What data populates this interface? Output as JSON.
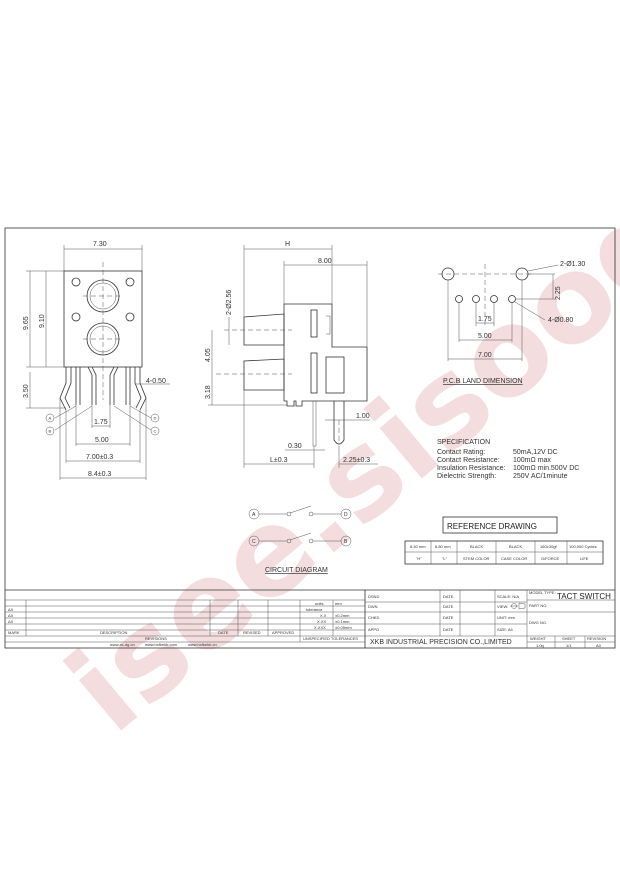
{
  "watermark": {
    "text": "isee.sisoog.com",
    "color": "#e8b4b8"
  },
  "front_view": {
    "dim_width": "7.30",
    "dim_height_total": "9.65",
    "dim_height_body": "9.10",
    "dim_pin_length": "3.50",
    "dim_pin_width": "4-0.50",
    "dim_pitch_inner": "1.75",
    "dim_pitch": "5.00",
    "dim_span": "7.00±0.3",
    "dim_outer": "8.4±0.3",
    "pin_labels": [
      "A",
      "B",
      "D",
      "C"
    ]
  },
  "side_view": {
    "dim_H": "H",
    "dim_body": "8.00",
    "dim_stem_dia": "2-Ø2.56",
    "dim_stem_pitch": "4.05",
    "dim_stem_offset": "3.18",
    "dim_pin_thick": "1.00",
    "dim_pin_width": "0.30",
    "dim_L": "L±0.3",
    "dim_pin_offset": "2.25±0.3"
  },
  "pcb_land": {
    "big_holes": "2-Ø1.30",
    "small_holes": "4-Ø0.80",
    "dim_row": "2.25",
    "dim_inner": "1.75",
    "dim_pitch": "5.00",
    "dim_span": "7.00",
    "title": "P.C.B LAND DIMENSION"
  },
  "specification": {
    "title": "SPECIFICATION",
    "rows": [
      {
        "label": "Contact  Rating:",
        "value": "50mA,12V DC"
      },
      {
        "label": "Contact  Resistance:",
        "value": "100mΩ max"
      },
      {
        "label": "Insulation Resistance:",
        "value": "100mΩ min.500V DC"
      },
      {
        "label": "Dielectric  Strength:",
        "value": "250V AC/1minute"
      }
    ]
  },
  "reference_drawing": {
    "title": "REFERENCE DRAWING",
    "values": [
      "8.40 mm",
      "8.80 mm",
      "BLACK",
      "BLACK",
      "160±30gf",
      "100,000 Cycles"
    ],
    "headers": [
      "\"H\"",
      "\"L\"",
      "STEM COLOR",
      "CASE COLOR",
      "O/FORCE",
      "LIFE"
    ]
  },
  "circuit": {
    "title": "CIRCUIT DIAGRAM",
    "nodes": [
      "A",
      "D",
      "C",
      "B"
    ]
  },
  "title_block": {
    "revision_marks": [
      "ΔX",
      "ΔX",
      "ΔX"
    ],
    "columns": [
      "MARK",
      "DESCRIPTION",
      "DATE",
      "REVISED",
      "APPROVED"
    ],
    "revisions_label": "REVISIONS",
    "websites": [
      "www.xk-dg.cn",
      "www.hxfkekb.com",
      "www.hxfkekb.cn"
    ],
    "units_label": "units",
    "units_value": "mm",
    "tolerance_label": "tolerance",
    "tolerances": [
      {
        "label": "X.X",
        "value": "±0.2mm"
      },
      {
        "label": "X.XX",
        "value": "±0.1mm"
      },
      {
        "label": "X.XXX",
        "value": "±0.05mm"
      }
    ],
    "unspecified": "UNSPECIFIED TOLERANCES",
    "sign_rows": [
      "DSND",
      "DWN",
      "CHKD",
      "APPO"
    ],
    "date_label": "DATE",
    "scale": "SCALE: N/A",
    "view": "VIEW:",
    "unit": "UNIT: mm",
    "size": "SIZE: A4",
    "model_type_label": "MODEL TYPE:",
    "model_type": "TACT SWITCH",
    "part_no_label": "PART NO.",
    "dwg_no_label": "DWG NO.",
    "company": "XKB INDUSTRIAL PRECISION CO.,LIMITED",
    "weight_label": "WEIGHT",
    "weight": "1.0g",
    "sheet_label": "SHEET",
    "sheet": "1/1",
    "revision_label": "REVISION",
    "revision": "A0"
  }
}
